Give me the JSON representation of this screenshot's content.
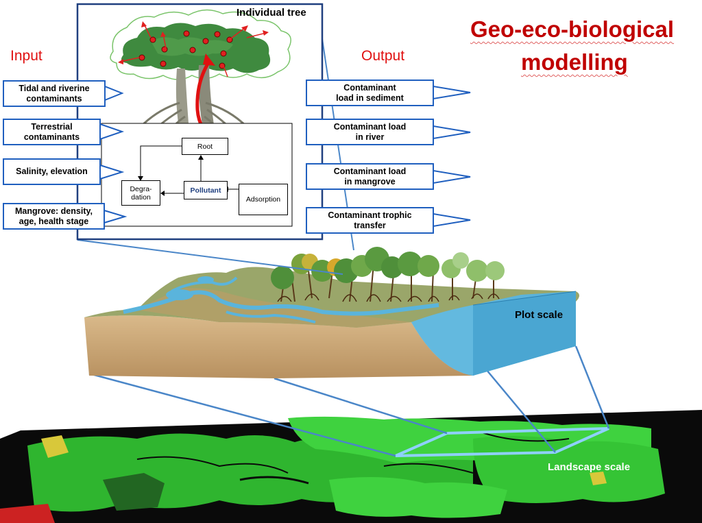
{
  "title": {
    "line1": "Geo-eco-biological",
    "line2": "modelling"
  },
  "input_heading": "Input",
  "output_heading": "Output",
  "individual_tree_label": "Individual tree",
  "inputs": [
    {
      "line1": "Tidal and riverine",
      "line2": "contaminants"
    },
    {
      "line1": "Terrestrial",
      "line2": "contaminants"
    },
    {
      "line1": "Salinity, elevation",
      "line2": ""
    },
    {
      "line1": "Mangrove: density,",
      "line2": "age, health stage"
    }
  ],
  "outputs": [
    {
      "line1": "Contaminant",
      "line2": "load in sediment"
    },
    {
      "line1": "Contaminant load",
      "line2": "in river"
    },
    {
      "line1": "Contaminant load",
      "line2": "in mangrove"
    },
    {
      "line1": "Contaminant trophic",
      "line2": "transfer"
    }
  ],
  "flow": {
    "root": "Root",
    "degradation_1": "Degra-",
    "degradation_2": "dation",
    "pollutant": "Pollutant",
    "adsorption": "Adsorption"
  },
  "plot_scale_label": "Plot scale",
  "landscape_scale_label": "Landscape scale",
  "colors": {
    "title": "#c00000",
    "heading": "#e01010",
    "box_border": "#1f5fbf",
    "water": "#5ab4dc",
    "soil": "#c9a676",
    "map_green": "#3fd23f",
    "map_black": "#0a0a0a",
    "arrow_red": "#e01010"
  }
}
